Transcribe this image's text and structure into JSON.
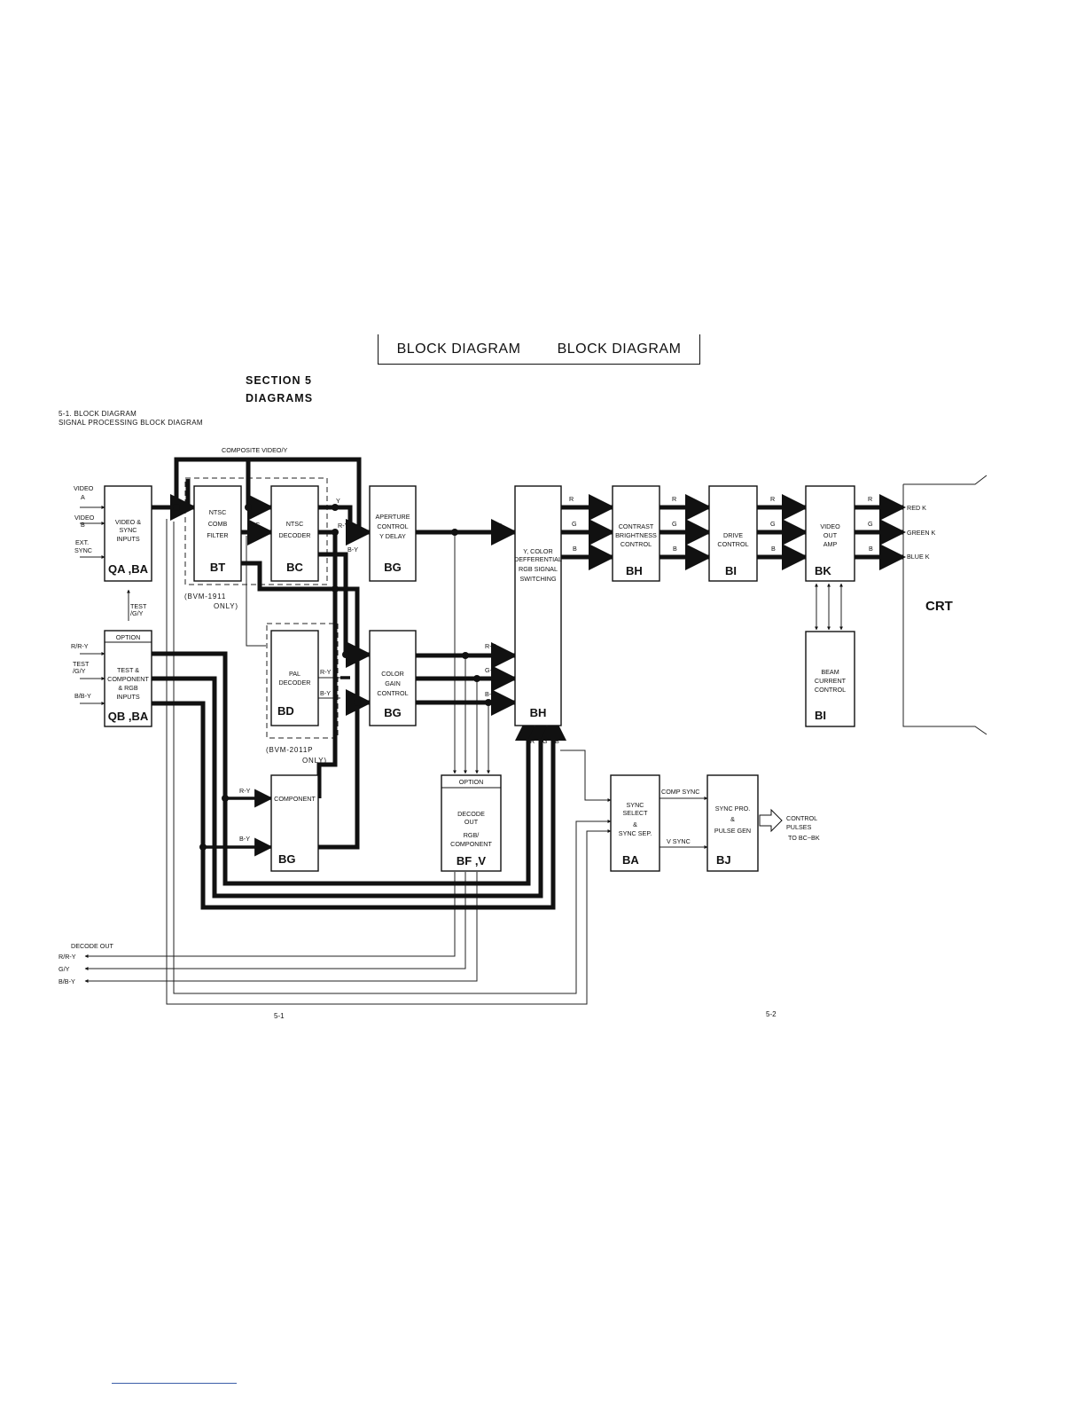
{
  "header": {
    "left": "BLOCK DIAGRAM",
    "right": "BLOCK DIAGRAM"
  },
  "section": {
    "line1": "SECTION 5",
    "line2": "DIAGRAMS"
  },
  "caption": {
    "line1": "5-1.  BLOCK DIAGRAM",
    "line2": "SIGNAL PROCESSING BLOCK DIAGRAM"
  },
  "top_bus_label": "COMPOSITE VIDEO/Y",
  "blocks": {
    "video_sync_inputs": {
      "lines": [
        "VIDEO &",
        "SYNC",
        "INPUTS"
      ],
      "id": "QA ,BA"
    },
    "ntsc_comb": {
      "lines": [
        "NTSC",
        "COMB",
        "FILTER"
      ],
      "id": "BT"
    },
    "ntsc_decoder": {
      "lines": [
        "NTSC",
        "DECODER"
      ],
      "id": "BC"
    },
    "aperture": {
      "lines": [
        "APERTURE",
        "CONTROL",
        "Y DELAY"
      ],
      "id": "BG"
    },
    "switching": {
      "lines": [
        "Y, COLOR",
        "DEFFERENTIAL",
        "RGB SIGNAL",
        "SWITCHING"
      ],
      "id": "BH"
    },
    "contrast": {
      "lines": [
        "CONTRAST",
        "BRIGHTNESS",
        "CONTROL"
      ],
      "id": "BH"
    },
    "drive": {
      "lines": [
        "DRIVE",
        "CONTROL"
      ],
      "id": "BI"
    },
    "video_out": {
      "lines": [
        "VIDEO",
        "OUT",
        "AMP"
      ],
      "id": "BK"
    },
    "beam": {
      "lines": [
        "BEAM",
        "CURRENT",
        "CONTROL"
      ],
      "id": "BI"
    },
    "test_component": {
      "top": "OPTION",
      "lines": [
        "TEST &",
        "COMPONENT",
        "& RGB",
        "INPUTS"
      ],
      "id": "QB ,BA"
    },
    "pal_decoder": {
      "lines": [
        "PAL",
        "DECODER"
      ],
      "id": "BD"
    },
    "color_gain": {
      "lines": [
        "COLOR",
        "GAIN",
        "CONTROL"
      ],
      "id": "BG"
    },
    "component": {
      "lines": [
        "COMPONENT"
      ],
      "id": "BG"
    },
    "decode_out": {
      "top": "OPTION",
      "lines": [
        "DECODE",
        "OUT",
        "RGB/",
        "COMPONENT"
      ],
      "id": "BF ,V"
    },
    "sync_select": {
      "lines": [
        "SYNC",
        "SELECT",
        "&",
        "SYNC SEP."
      ],
      "id": "BA"
    },
    "sync_pro": {
      "lines": [
        "SYNC PRO.",
        "&",
        "PULSE GEN"
      ],
      "id": "BJ"
    }
  },
  "crt_label": "CRT",
  "inputs": {
    "video_a": [
      "VIDEO",
      "A"
    ],
    "video_b": [
      "VIDEO",
      "B"
    ],
    "ext_sync": [
      "EXT.",
      "SYNC"
    ],
    "r_ry": "R/R-Y",
    "test_gy": [
      "TEST",
      "/G/Y"
    ],
    "b_by": "B/B-Y"
  },
  "test_gy_link": [
    "TEST",
    "/G/Y"
  ],
  "notes": {
    "bvm1911": [
      "(BVM-1911",
      "ONLY)"
    ],
    "bvm2011": [
      "(BVM-2011P",
      "ONLY)"
    ]
  },
  "signal_labels": {
    "y": "Y",
    "c": "C",
    "ry": "R-Y",
    "by": "B-Y",
    "gy": "G-Y",
    "r": "R",
    "g": "G",
    "b": "B",
    "comp_sync": "COMP SYNC",
    "v_sync": "V SYNC"
  },
  "outputs": {
    "red": "RED K",
    "green": "GREEN K",
    "blue": "BLUE K"
  },
  "control_pulses": [
    "CONTROL",
    "PULSES",
    "TO BC~BK"
  ],
  "decode_out_group": {
    "title": "DECODE OUT",
    "lines": [
      "R/R-Y",
      "G/Y",
      "B/B-Y"
    ]
  },
  "pages": {
    "left": "5-1",
    "right": "5-2"
  }
}
